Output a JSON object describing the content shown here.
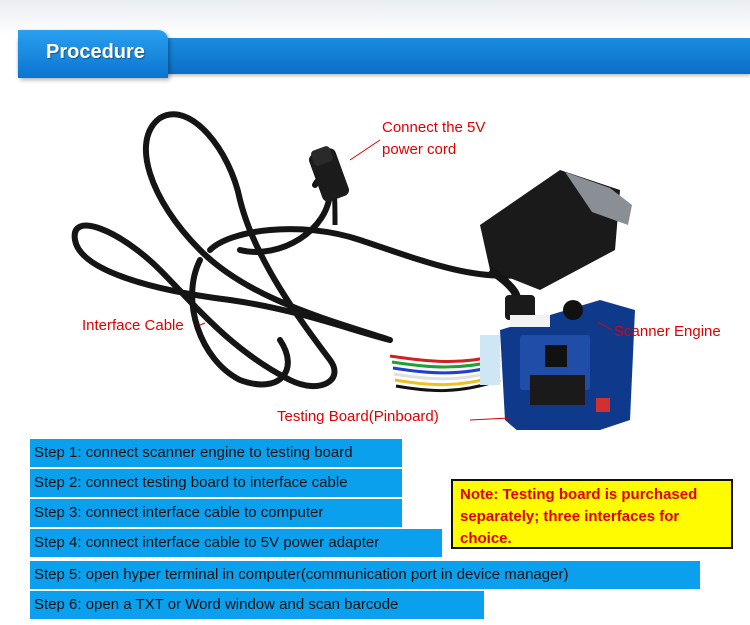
{
  "header": {
    "title": "Procedure"
  },
  "annotations": {
    "power_cord": "Connect the 5V\npower cord",
    "interface_cable": "Interface Cable",
    "scanner_engine": "Scanner Engine",
    "testing_board": "Testing Board(Pinboard)"
  },
  "steps": [
    "Step 1: connect scanner engine to testing board",
    "Step 2: connect testing board to interface cable",
    "Step 3: connect interface cable to computer",
    "Step 4: connect interface cable to 5V power adapter",
    "Step 5: open hyper terminal in computer(communication port in device manager)",
    "Step 6: open a TXT or Word window and scan barcode"
  ],
  "note": "Note: Testing board is purchased separately; three interfaces for choice.",
  "colors": {
    "accent_blue": "#0aa0ee",
    "header_blue": "#0a6fc6",
    "annotation_red": "#e00000",
    "note_yellow": "#fffb00"
  },
  "icons": [
    "cable-photo",
    "db9-connector-icon",
    "power-jack-icon",
    "pcb-board-icon"
  ]
}
